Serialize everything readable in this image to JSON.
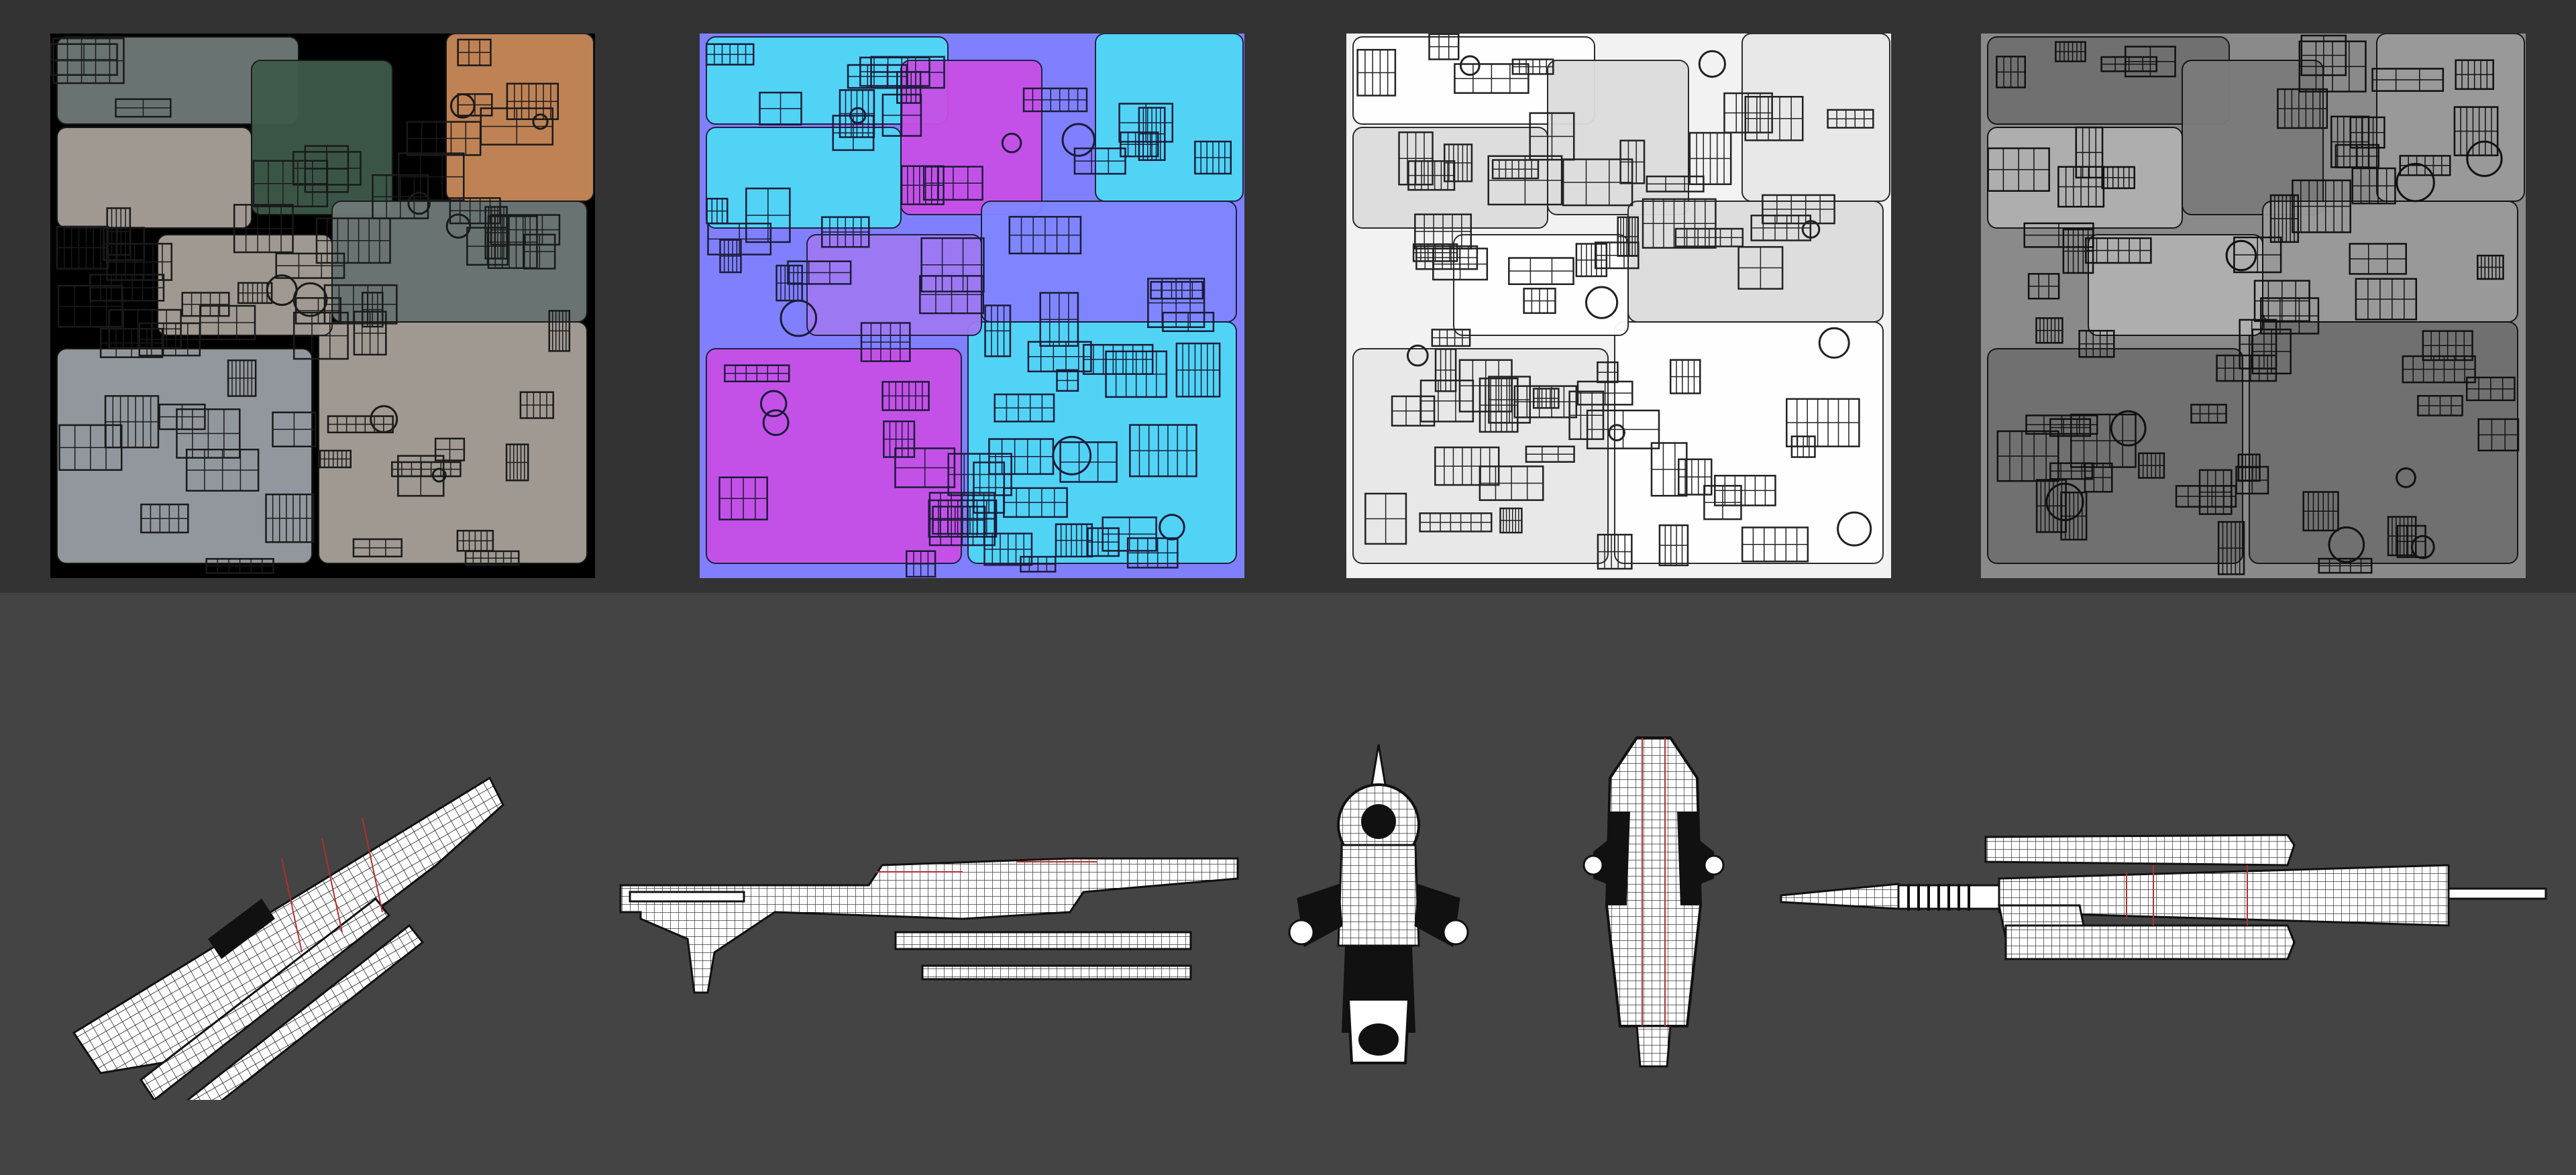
{
  "colors": {
    "background_top": "#333333",
    "background_bottom": "#444444",
    "diffuse_void": "#000000",
    "normal_base": "#8080ff",
    "normal_cyan": "#4fd8f5",
    "normal_magenta": "#c84fe6",
    "ao_base": "#f2f2f2",
    "height_base": "#8a8a8a",
    "wire_fill": "#ffffff",
    "wire_line": "#111111",
    "wire_accent": "#b03030"
  },
  "texture_maps": [
    {
      "id": "diffuse",
      "icon": "diffuse-texture-map"
    },
    {
      "id": "normal",
      "icon": "normal-texture-map"
    },
    {
      "id": "ambient-occlusion",
      "icon": "ambient-occlusion-map"
    },
    {
      "id": "height",
      "icon": "height-bump-map"
    }
  ],
  "wireframe_views": [
    {
      "id": "perspective",
      "icon": "wireframe-perspective-view"
    },
    {
      "id": "side",
      "icon": "wireframe-side-view"
    },
    {
      "id": "front",
      "icon": "wireframe-front-view"
    },
    {
      "id": "back",
      "icon": "wireframe-back-view"
    },
    {
      "id": "top",
      "icon": "wireframe-top-view"
    }
  ]
}
